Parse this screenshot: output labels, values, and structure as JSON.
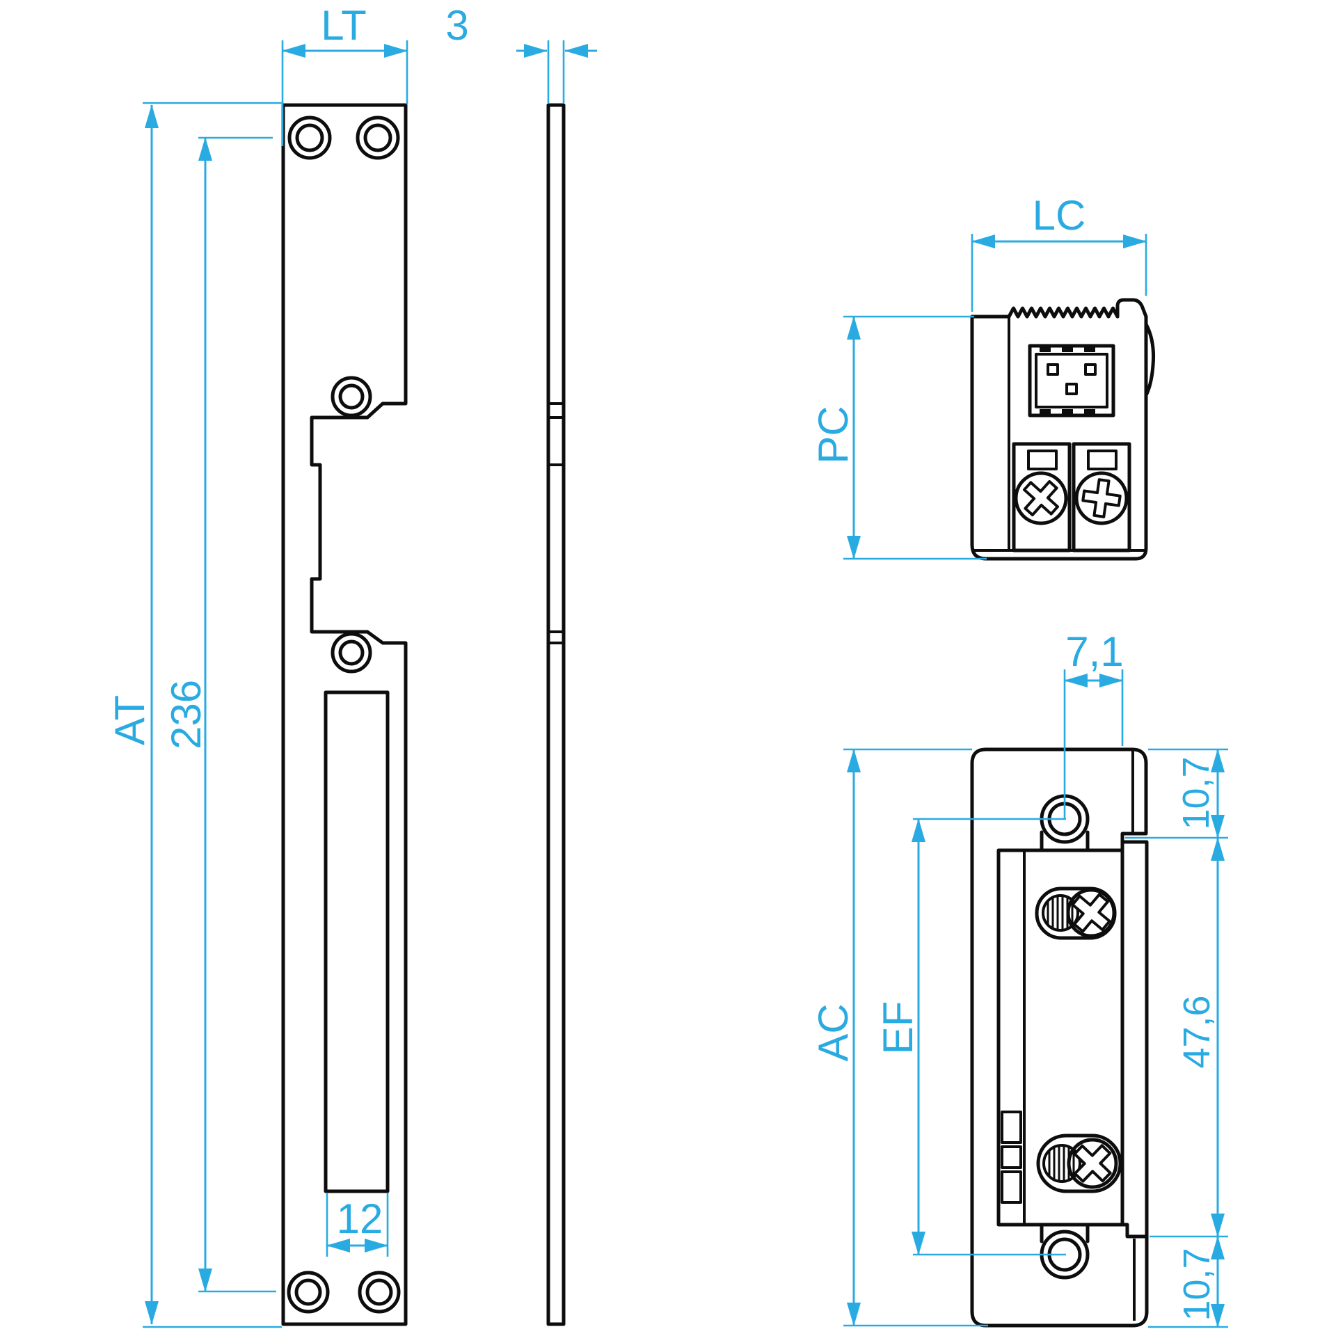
{
  "colors": {
    "dimension": "#29abe2",
    "outline": "#0d0d0d",
    "background": "#ffffff"
  },
  "dimensions": {
    "faceplate": {
      "width": "LT",
      "thickness": "3",
      "total_height": "AT",
      "hole_spacing": "236",
      "slot_width": "12"
    },
    "strike_top": {
      "width": "LC",
      "depth": "PC"
    },
    "strike_front": {
      "hole_offset": "7,1",
      "lip_top": "10,7",
      "keeper_height": "47,6",
      "lip_bottom": "10,7",
      "total_height": "AC",
      "fixing_distance": "EF"
    }
  }
}
